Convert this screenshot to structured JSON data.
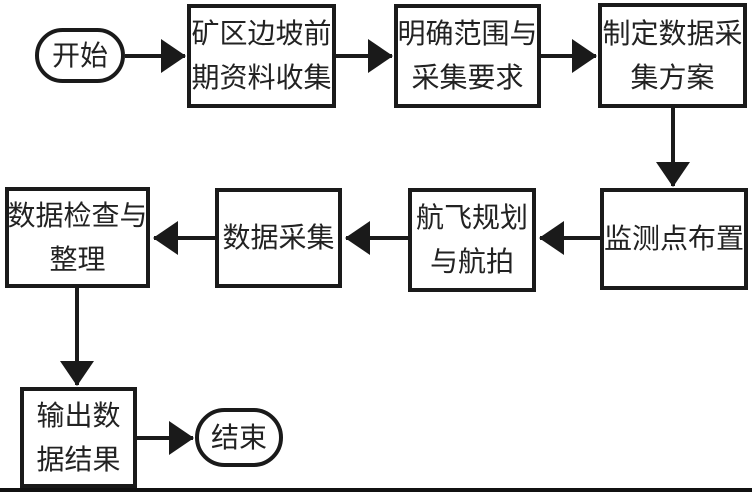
{
  "diagram": {
    "type": "flowchart",
    "colors": {
      "line": "#1a1a1a",
      "text": "#222222",
      "background": "#ffffff"
    },
    "nodes": {
      "start": {
        "id": "start",
        "shape": "terminal",
        "label": "开始",
        "lines": [
          "开始"
        ]
      },
      "collect": {
        "id": "collect",
        "shape": "process",
        "label": "矿区边坡前期资料收集",
        "lines": [
          "矿区边坡前",
          "期资料收集"
        ]
      },
      "scope": {
        "id": "scope",
        "shape": "process",
        "label": "明确范围与采集要求",
        "lines": [
          "明确范围与",
          "采集要求"
        ]
      },
      "plan": {
        "id": "plan",
        "shape": "process",
        "label": "制定数据采集方案",
        "lines": [
          "制定数据采",
          "集方案"
        ]
      },
      "monitor": {
        "id": "monitor",
        "shape": "process",
        "label": "监测点布置",
        "lines": [
          "监测点布置"
        ]
      },
      "flight": {
        "id": "flight",
        "shape": "process",
        "label": "航飞规划与航拍",
        "lines": [
          "航飞规划",
          "与航拍"
        ]
      },
      "acquire": {
        "id": "acquire",
        "shape": "process",
        "label": "数据采集",
        "lines": [
          "数据采集"
        ]
      },
      "check": {
        "id": "check",
        "shape": "process",
        "label": "数据检查与整理",
        "lines": [
          "数据检查与",
          "整理"
        ]
      },
      "output": {
        "id": "output",
        "shape": "process",
        "label": "输出数据结果",
        "lines": [
          "输出数",
          "据结果"
        ]
      },
      "end": {
        "id": "end",
        "shape": "terminal",
        "label": "结束",
        "lines": [
          "结束"
        ]
      }
    },
    "edges": [
      {
        "from": "start",
        "to": "collect",
        "direction": "right"
      },
      {
        "from": "collect",
        "to": "scope",
        "direction": "right"
      },
      {
        "from": "scope",
        "to": "plan",
        "direction": "right"
      },
      {
        "from": "plan",
        "to": "monitor",
        "direction": "down"
      },
      {
        "from": "monitor",
        "to": "flight",
        "direction": "left"
      },
      {
        "from": "flight",
        "to": "acquire",
        "direction": "left"
      },
      {
        "from": "acquire",
        "to": "check",
        "direction": "left"
      },
      {
        "from": "check",
        "to": "output",
        "direction": "down"
      },
      {
        "from": "output",
        "to": "end",
        "direction": "right"
      }
    ]
  }
}
